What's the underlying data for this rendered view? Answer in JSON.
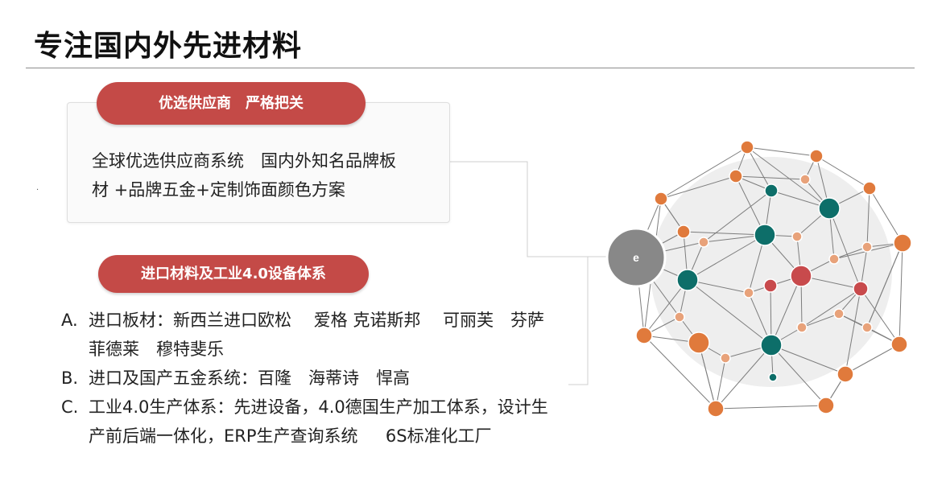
{
  "page": {
    "title": "专注国内外先进材料",
    "stray_mark": "."
  },
  "section1": {
    "heading": "优选供应商　严格把关",
    "line1": "全球优选供应商系统　国内外知名品牌板",
    "line2": "材 +品牌五金+定制饰面颜色方案"
  },
  "section2": {
    "heading": "进口材料及工业4.0设备体系",
    "items": [
      {
        "marker": "A.",
        "line1": "进口板材：新西兰进口欧松　 爱格  克诺斯邦 　可丽芙　芬萨",
        "line2": "菲德莱　穆特斐乐"
      },
      {
        "marker": "B.",
        "line1": "进口及国产五金系统：百隆　海蒂诗　悍高",
        "line2": ""
      },
      {
        "marker": "C.",
        "line1": "工业4.0生产体系：先进设备，4.0德国生产加工体系，设计生",
        "line2": "产前后端一体化，ERP生产查询系统 　 6S标准化工厂"
      }
    ]
  },
  "network": {
    "hub_label": "e",
    "colors": {
      "orange": "#e07a3c",
      "light_orange": "#e8a27a",
      "teal": "#0d6e69",
      "red": "#c84a4c",
      "gray": "#888888",
      "halo": "#eeeeee"
    }
  }
}
